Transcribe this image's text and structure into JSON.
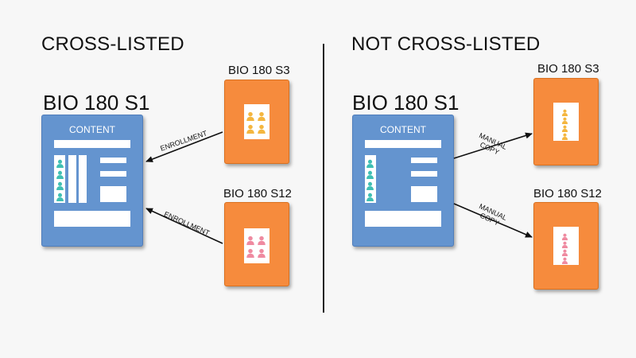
{
  "left": {
    "heading": "CROSS-LISTED",
    "course_title": "BIO 180 S1",
    "content_label": "CONTENT",
    "sections": [
      {
        "title": "BIO 180 S3",
        "connector_label": "ENROLLMENT"
      },
      {
        "title": "BIO 180 S12",
        "connector_label": "ENROLLMENT"
      }
    ]
  },
  "right": {
    "heading": "NOT CROSS-LISTED",
    "course_title": "BIO 180 S1",
    "content_label": "CONTENT",
    "sections": [
      {
        "title": "BIO 180 S3",
        "connector_label_line1": "MANUAL",
        "connector_label_line2": "COPY"
      },
      {
        "title": "BIO 180 S12",
        "connector_label_line1": "MANUAL",
        "connector_label_line2": "COPY"
      }
    ]
  },
  "colors": {
    "content_blue": "#6494cf",
    "section_orange": "#f68b3d",
    "person_teal": "#3fbfb3",
    "person_gold": "#f4b63f",
    "person_pink": "#ef8aa0"
  },
  "icons": {
    "person": "person-icon",
    "arrow": "arrow-icon"
  }
}
